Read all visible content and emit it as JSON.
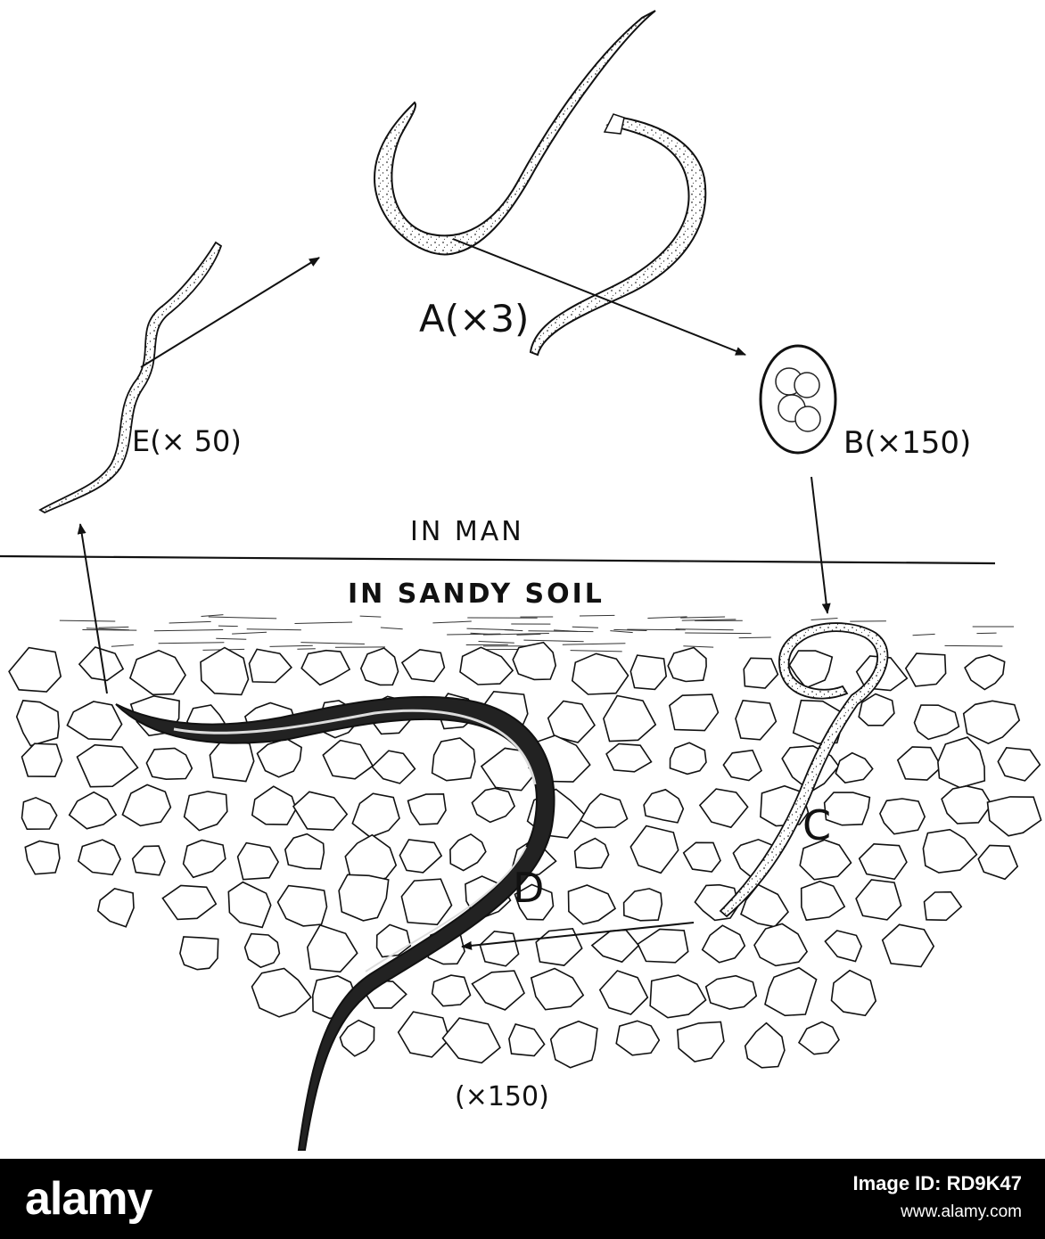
{
  "labels": {
    "a": "A(×3)",
    "b": "B(×150)",
    "c": "C",
    "d": "D",
    "e": "E(× 50)",
    "bottom_scale": "(×150)",
    "in_man": "IN MAN",
    "in_soil": "IN SANDY SOIL"
  },
  "footer": {
    "brand": "alamy",
    "image_id": "Image ID: RD9K47",
    "url": "www.alamy.com"
  }
}
